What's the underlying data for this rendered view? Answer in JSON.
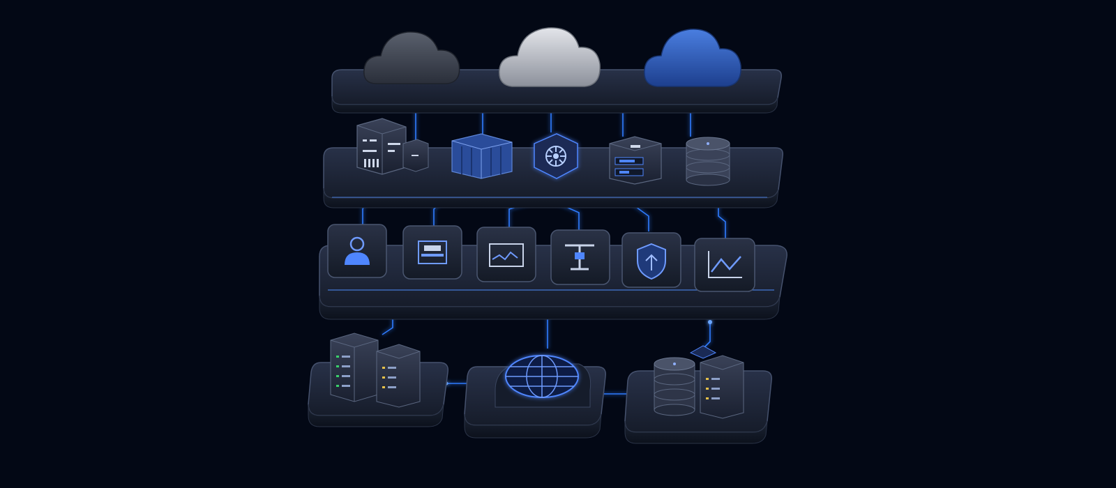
{
  "colors": {
    "background": "#030815",
    "platform": "#1b2232",
    "platform_edge": "#3a4660",
    "glow": "#2f7bff",
    "glow_soft": "#1b4fd6",
    "cloud_dark": "#3c4250",
    "cloud_light": "#b9bdc6",
    "cloud_blue": "#2f5fc0",
    "tile": "#1a2030",
    "icon_blue": "#4f86ff"
  },
  "tiers": [
    {
      "tier": "cloud-providers",
      "items": [
        "dark-cloud-icon",
        "grey-cloud-icon",
        "blue-cloud-icon"
      ]
    },
    {
      "tier": "infrastructure",
      "items": [
        "server-rack-icon",
        "storage-array-icon",
        "kubernetes-icon",
        "network-appliance-icon",
        "database-icon"
      ]
    },
    {
      "tier": "services",
      "items": [
        "user-icon",
        "printer-icon",
        "dashboard-icon",
        "api-gateway-icon",
        "security-shield-icon",
        "analytics-chart-icon"
      ]
    },
    {
      "tier": "on-premise",
      "items": [
        "server-cluster-icon",
        "globe-network-icon",
        "database-server-icon"
      ]
    }
  ]
}
